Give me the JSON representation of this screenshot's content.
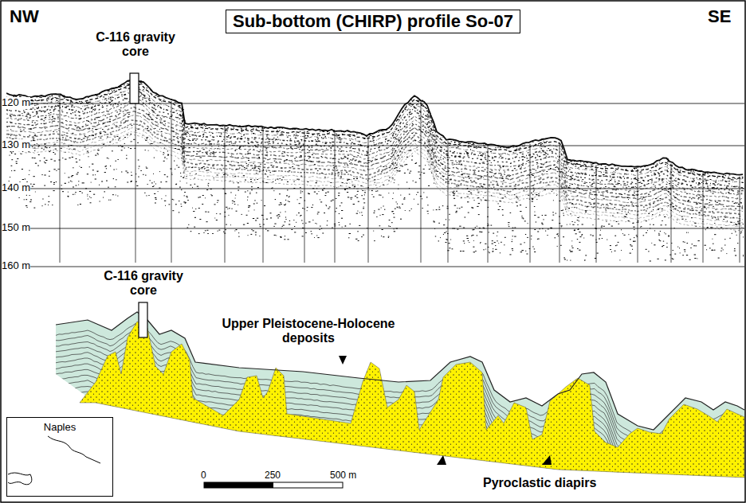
{
  "diagram": {
    "title": "Sub-bottom (CHIRP) profile So-07",
    "nodes": [
      {
        "text": [
          "Naples"
        ]
      }
    ],
    "labels": [
      "NW",
      "SE",
      "C-116 gravity core",
      "120 m",
      "130 m",
      "140 m",
      "150 m",
      "160 m",
      "C-116 gravity core",
      "Upper Pleistocene-Holocene deposits",
      "Pyroclastic diapirs",
      "0",
      "250",
      "500 m"
    ]
  }
}
